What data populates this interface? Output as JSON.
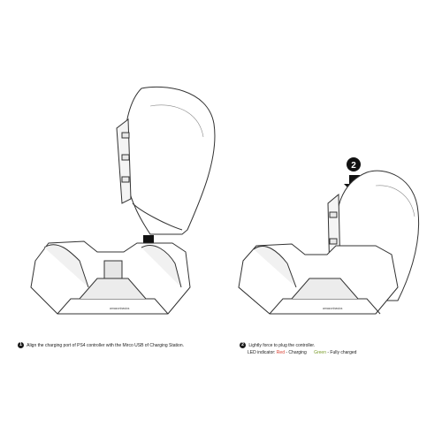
{
  "step1": {
    "number": "1",
    "text": "Align the charging port of PS4 controller with the Mirco USB of Charging Station."
  },
  "step2": {
    "number": "2",
    "text": "Lightly force to plug the controller.",
    "led_label": "LED indicator:",
    "red_text": "Red",
    "red_state": "- Charging",
    "green_text": "Green",
    "green_state": "- Fully charged"
  },
  "brand": "amazonbasics",
  "colors": {
    "ink": "#1a1a1a",
    "red": "#d8392b",
    "green": "#7a9c2a"
  }
}
